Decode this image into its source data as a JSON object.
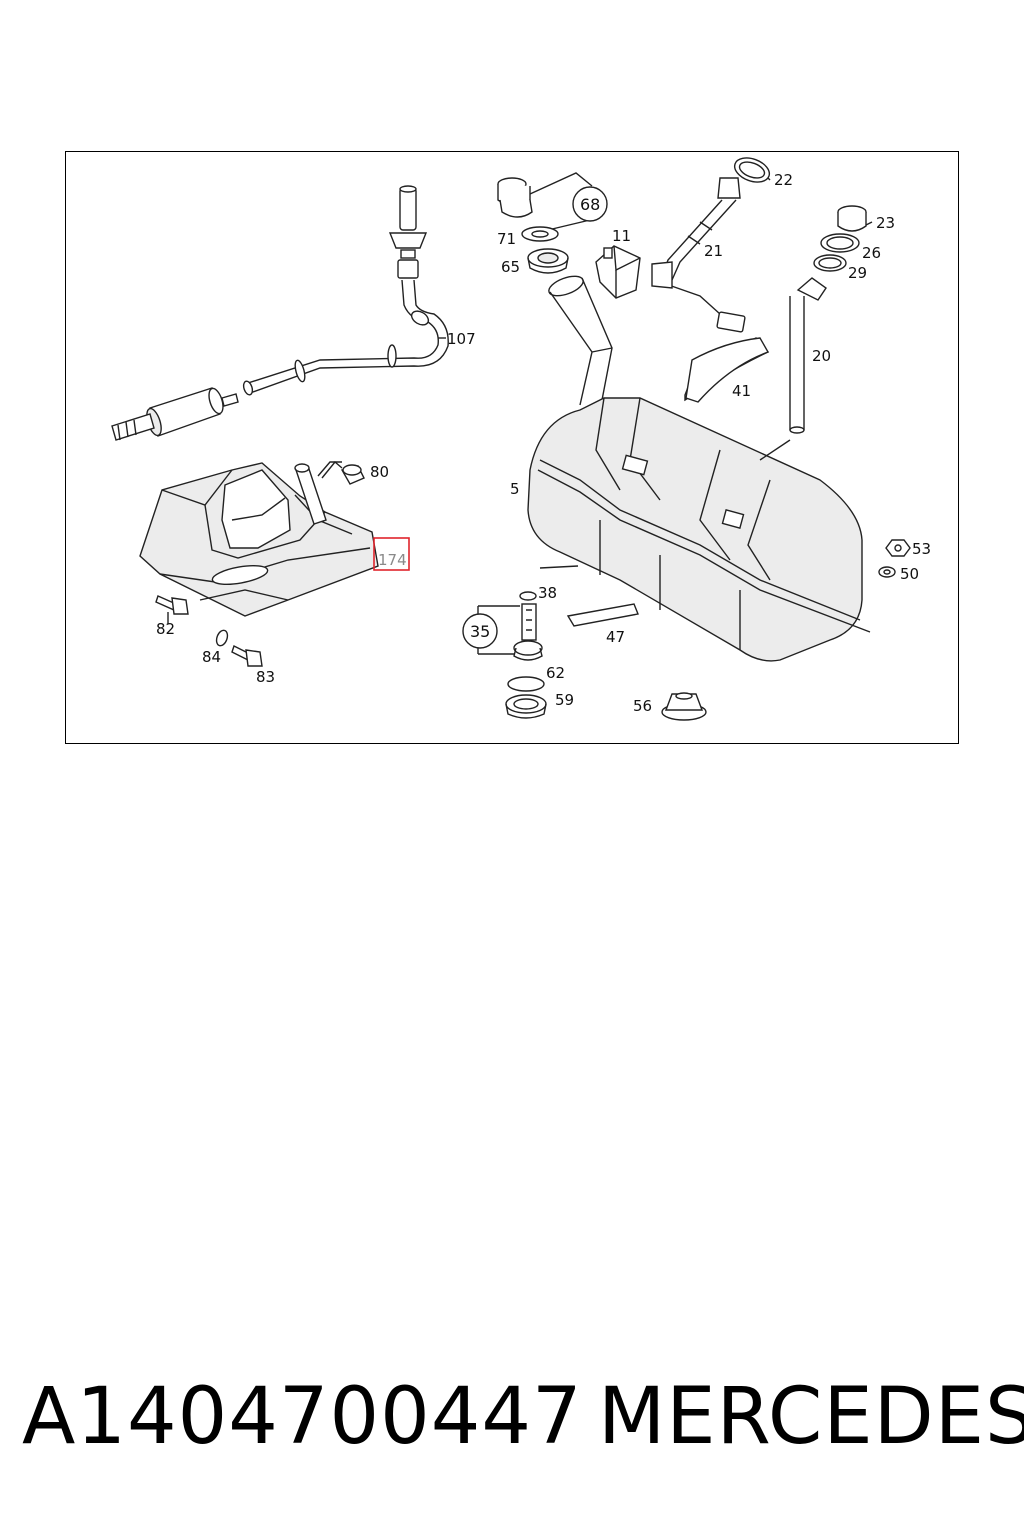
{
  "diagram": {
    "labels": {
      "l107": "107",
      "l80": "80",
      "l174": "174",
      "l82": "82",
      "l84": "84",
      "l83": "83",
      "l68": "68",
      "l71": "71",
      "l65": "65",
      "l11": "11",
      "l22": "22",
      "l21": "21",
      "l23": "23",
      "l26": "26",
      "l29": "29",
      "l20": "20",
      "l41": "41",
      "l5": "5",
      "l53": "53",
      "l50": "50",
      "l38": "38",
      "l35": "35",
      "l47": "47",
      "l62": "62",
      "l59": "59",
      "l56": "56"
    },
    "highlight_color": "#e0242c"
  },
  "footer": {
    "part_number": "A1404700447",
    "brand": "MERCEDES"
  }
}
